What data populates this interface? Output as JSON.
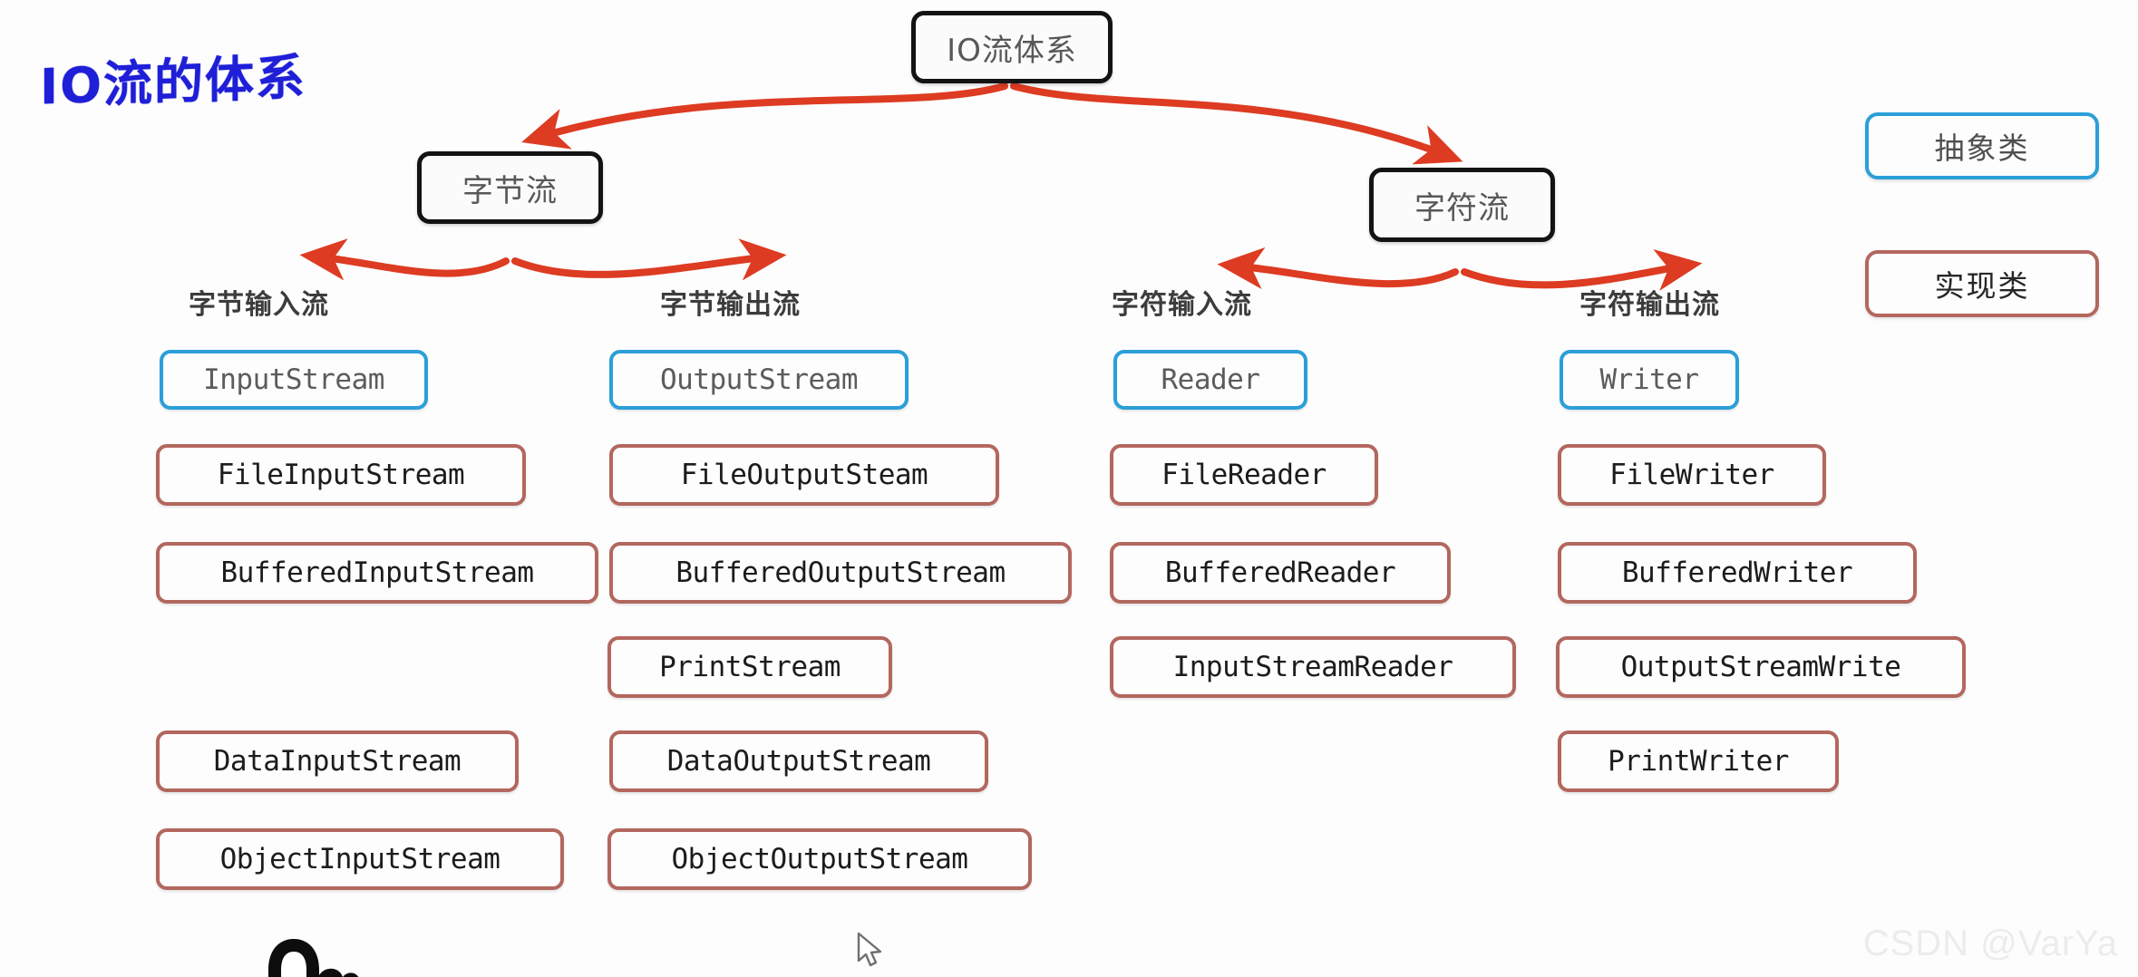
{
  "title": "IO流的体系",
  "colors": {
    "title_blue": "#1f1fd8",
    "arrow_red": "#dd3b22",
    "abstract_border": "#2b9fd8",
    "impl_border": "#b3675e",
    "node_border": "#131313",
    "background": "#fdfdfd",
    "watermark": "#ececec"
  },
  "root": {
    "label": "IO流体系"
  },
  "branches": [
    {
      "label": "字节流"
    },
    {
      "label": "字符流"
    }
  ],
  "legend": [
    {
      "label": "抽象类",
      "kind": "abstract"
    },
    {
      "label": "实现类",
      "kind": "impl"
    }
  ],
  "columns": [
    {
      "header": "字节输入流",
      "items": [
        {
          "label": "InputStream",
          "kind": "abstract",
          "row": 1
        },
        {
          "label": "FileInputStream",
          "kind": "impl",
          "row": 2
        },
        {
          "label": "BufferedInputStream",
          "kind": "impl",
          "row": 3
        },
        {
          "label": "DataInputStream",
          "kind": "impl",
          "row": 5
        },
        {
          "label": "ObjectInputStream",
          "kind": "impl",
          "row": 6
        }
      ]
    },
    {
      "header": "字节输出流",
      "items": [
        {
          "label": "OutputStream",
          "kind": "abstract",
          "row": 1
        },
        {
          "label": "FileOutputSteam",
          "kind": "impl",
          "row": 2
        },
        {
          "label": "BufferedOutputStream",
          "kind": "impl",
          "row": 3
        },
        {
          "label": "PrintStream",
          "kind": "impl",
          "row": 4
        },
        {
          "label": "DataOutputStream",
          "kind": "impl",
          "row": 5
        },
        {
          "label": "ObjectOutputStream",
          "kind": "impl",
          "row": 6
        }
      ]
    },
    {
      "header": "字符输入流",
      "items": [
        {
          "label": "Reader",
          "kind": "abstract",
          "row": 1
        },
        {
          "label": "FileReader",
          "kind": "impl",
          "row": 2
        },
        {
          "label": "BufferedReader",
          "kind": "impl",
          "row": 3
        },
        {
          "label": "InputStreamReader",
          "kind": "impl",
          "row": 4
        }
      ]
    },
    {
      "header": "字符输出流",
      "items": [
        {
          "label": "Writer",
          "kind": "abstract",
          "row": 1
        },
        {
          "label": "FileWriter",
          "kind": "impl",
          "row": 2
        },
        {
          "label": "BufferedWriter",
          "kind": "impl",
          "row": 3
        },
        {
          "label": "OutputStreamWrite",
          "kind": "impl",
          "row": 4
        },
        {
          "label": "PrintWriter",
          "kind": "impl",
          "row": 5
        }
      ]
    }
  ],
  "watermark": "CSDN @VarYa",
  "cursors": {
    "hand": "pointing-hand-cursor",
    "arrow": "arrow-cursor"
  }
}
